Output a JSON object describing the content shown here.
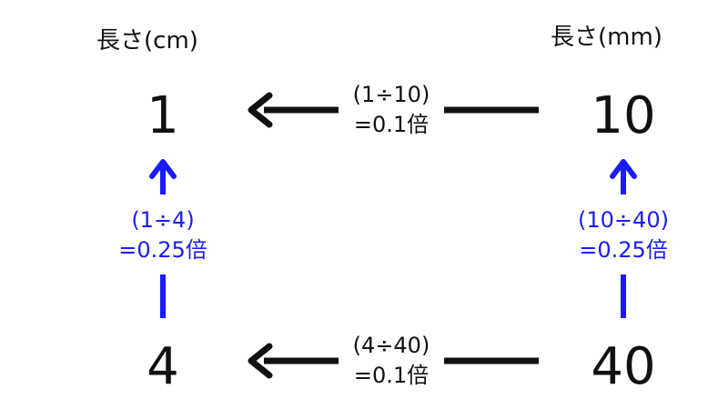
{
  "headers": {
    "left": "長さ(cm)",
    "right": "長さ(mm)"
  },
  "values": {
    "top_left": "1",
    "top_right": "10",
    "bottom_left": "4",
    "bottom_right": "40"
  },
  "labels": {
    "top_h": {
      "line1": "(1÷10)",
      "line2": "=0.1倍"
    },
    "bottom_h": {
      "line1": "(4÷40)",
      "line2": "=0.1倍"
    },
    "left_v": {
      "line1": "(1÷4)",
      "line2": "=0.25倍"
    },
    "right_v": {
      "line1": "(10÷40)",
      "line2": "=0.25倍"
    }
  },
  "colors": {
    "horizontal": "#111111",
    "vertical": "#1a1aff"
  }
}
